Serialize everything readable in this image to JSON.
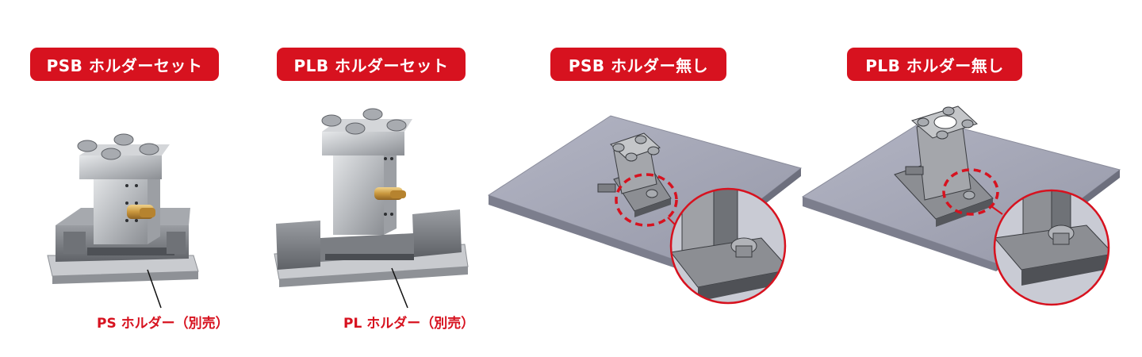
{
  "products": [
    {
      "badge": "PSB ホルダーセット",
      "caption": "PS ホルダー（別売）"
    },
    {
      "badge": "PLB ホルダーセット",
      "caption": "PL ホルダー（別売）"
    },
    {
      "badge": "PSB ホルダー無し"
    },
    {
      "badge": "PLB ホルダー無し"
    }
  ],
  "colors": {
    "accent": "#d7121f",
    "plate": "#a2a4b3",
    "metal": "#c4c6c9",
    "brass": "#caa04a"
  }
}
